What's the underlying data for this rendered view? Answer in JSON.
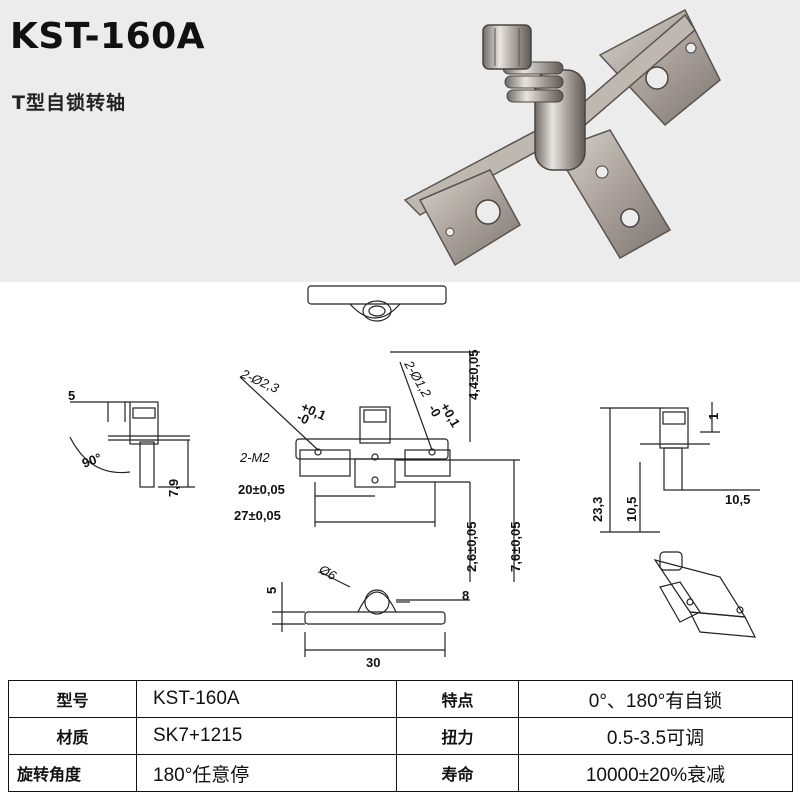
{
  "header": {
    "title": "KST-160A",
    "subtitle": "T型自锁转轴"
  },
  "drawing": {
    "labels": {
      "d5": "5",
      "d90": "90°",
      "d79": "7,9",
      "hole1": "2-Ø2,3",
      "hole1_tol_plus": "+0,1",
      "hole1_tol_minus": "-0",
      "hole2": "2-Ø1,2",
      "hole2_tol_plus": "+0,1",
      "hole2_tol_minus": "-0",
      "d44": "4,4±0,05",
      "m2": "2-M2",
      "d20": "20±0,05",
      "d27": "27±0,05",
      "d26": "2,6±0,05",
      "d76": "7,6±0,05",
      "d1": "1",
      "d233": "23,3",
      "d105v": "10,5",
      "d105h": "10,5",
      "d6": "Ø6",
      "d5b": "5",
      "d8": "8",
      "d30": "30"
    }
  },
  "specs": {
    "rows": [
      {
        "label1": "型号",
        "value1": "KST-160A",
        "label2": "特点",
        "value2": "0°、180°有自锁"
      },
      {
        "label1": "材质",
        "value1": "SK7+1215",
        "label2": "扭力",
        "value2": "0.5-3.5可调"
      },
      {
        "label1": "旋转角度",
        "value1": "180°任意停",
        "label2": "寿命",
        "value2": "10000±20%衰减"
      }
    ]
  }
}
